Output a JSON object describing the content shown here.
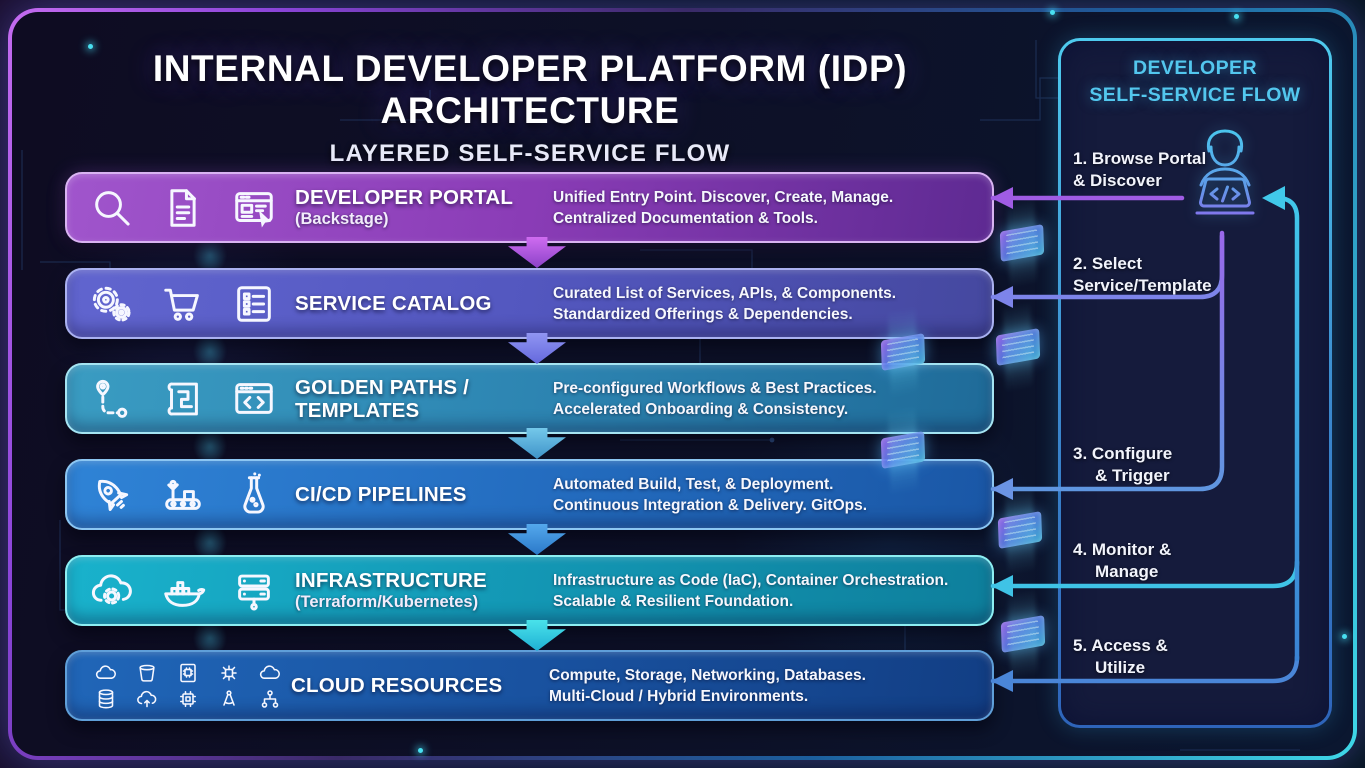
{
  "header": {
    "title": "INTERNAL DEVELOPER PLATFORM (IDP) ARCHITECTURE",
    "subtitle": "LAYERED SELF-SERVICE FLOW"
  },
  "layers": [
    {
      "title": "DEVELOPER PORTAL",
      "subtitle": "(Backstage)",
      "desc_line1": "Unified Entry Point. Discover, Create, Manage.",
      "desc_line2": "Centralized Documentation & Tools.",
      "icons": [
        "search-icon",
        "document-icon",
        "browser-cursor-icon"
      ],
      "fill": "#8a3cb6"
    },
    {
      "title": "SERVICE CATALOG",
      "subtitle": "",
      "desc_line1": "Curated List of Services, APIs, & Components.",
      "desc_line2": "Standardized Offerings & Dependencies.",
      "icons": [
        "gears-icon",
        "shopping-cart-icon",
        "checklist-icon"
      ],
      "fill": "#5357bf"
    },
    {
      "title": "GOLDEN PATHS / TEMPLATES",
      "subtitle": "",
      "desc_line1": "Pre-configured Workflows & Best Practices.",
      "desc_line2": "Accelerated Onboarding & Consistency.",
      "icons": [
        "route-icon",
        "blueprint-icon",
        "code-window-icon"
      ],
      "fill": "#2d85b2"
    },
    {
      "title": "CI/CD PIPELINES",
      "subtitle": "",
      "desc_line1": "Automated Build, Test, & Deployment.",
      "desc_line2": "Continuous Integration & Delivery. GitOps.",
      "icons": [
        "rocket-icon",
        "conveyor-icon",
        "test-tube-icon"
      ],
      "fill": "#246dc0"
    },
    {
      "title": "INFRASTRUCTURE",
      "subtitle": "(Terraform/Kubernetes)",
      "desc_line1": "Infrastructure as Code (IaC), Container Orchestration.",
      "desc_line2": "Scalable & Resilient Foundation.",
      "icons": [
        "cloud-gear-icon",
        "docker-whale-icon",
        "server-stack-icon"
      ],
      "fill": "#1397b4"
    },
    {
      "title": "CLOUD RESOURCES",
      "subtitle": "",
      "desc_line1": "Compute, Storage, Networking, Databases.",
      "desc_line2": "Multi-Cloud / Hybrid Environments.",
      "icons": [
        "cloud-icon",
        "bucket-icon",
        "chip-document-icon",
        "iot-icon",
        "cloud-icon",
        "database-icon",
        "cloud-upload-icon",
        "cpu-icon",
        "compass-icon",
        "org-tree-icon"
      ],
      "fill": "#1952a0"
    }
  ],
  "flow_panel": {
    "title_line1": "DEVELOPER",
    "title_line2": "SELF-SERVICE FLOW",
    "steps": [
      {
        "line1": "1. Browse Portal",
        "line2": "& Discover"
      },
      {
        "line1": "2. Select",
        "line2": "Service/Template"
      },
      {
        "line1": "3. Configure",
        "line2": "& Trigger"
      },
      {
        "line1": "4. Monitor &",
        "line2": "Manage"
      },
      {
        "line1": "5. Access &",
        "line2": "Utilize"
      }
    ]
  },
  "colors": {
    "background": "#0d1026",
    "frame_gradient_start": "#c46cf0",
    "frame_gradient_end": "#3fd8e8",
    "panel_title": "#53c7ee",
    "text": "#ffffff",
    "flow_line_step1": "#a05ce4",
    "flow_line_step2": "#7d84ea",
    "flow_line_step3": "#6b94e4",
    "flow_line_step4": "#3fc3e6",
    "flow_line_step5": "#4a86d8"
  }
}
